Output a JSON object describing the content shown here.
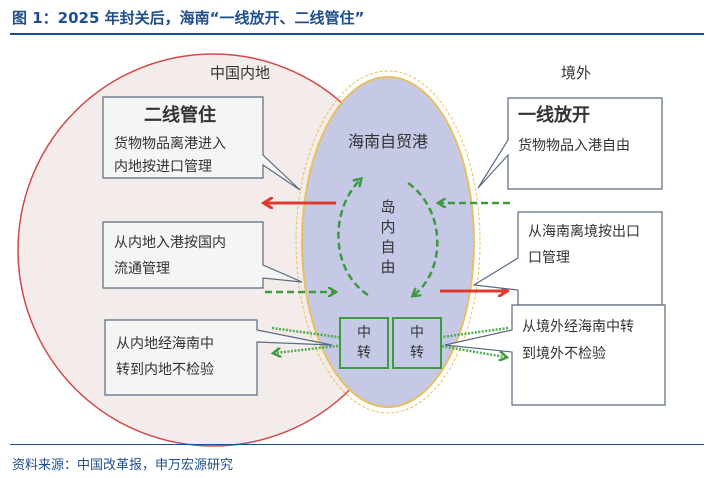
{
  "title": "图 1：2025 年封关后，海南“一线放开、二线管住”",
  "source": "资料来源：中国改革报，申万宏源研究",
  "regions": {
    "mainland": "中国内地",
    "overseas": "境外",
    "ftp": "海南自贸港",
    "island": [
      "岛",
      "内",
      "自",
      "由"
    ]
  },
  "boxes": {
    "second_line": {
      "heading": "二线管住",
      "lines": [
        "货物物品离港进入",
        "内地按进口管理"
      ]
    },
    "first_line": {
      "heading": "一线放开",
      "lines": [
        "货物物品入港自由"
      ]
    },
    "mainland_entry": {
      "lines": [
        "从内地入港按国内",
        "流通管理"
      ]
    },
    "exit_hainan": {
      "lines": [
        "从海南离境按出口",
        "口管理"
      ]
    },
    "mainland_transit": {
      "lines": [
        "从内地经海南中",
        "转到内地不检验"
      ]
    },
    "overseas_transit": {
      "lines": [
        "从境外经海南中转",
        "到境外不检验"
      ]
    }
  },
  "transit": {
    "top": "中",
    "bottom": "转"
  },
  "colors": {
    "title": "#1f4e8c",
    "red": "#e03a2f",
    "green": "#3e9a3e",
    "oval": "#c5c9e6",
    "circle": "#f3ecea"
  }
}
